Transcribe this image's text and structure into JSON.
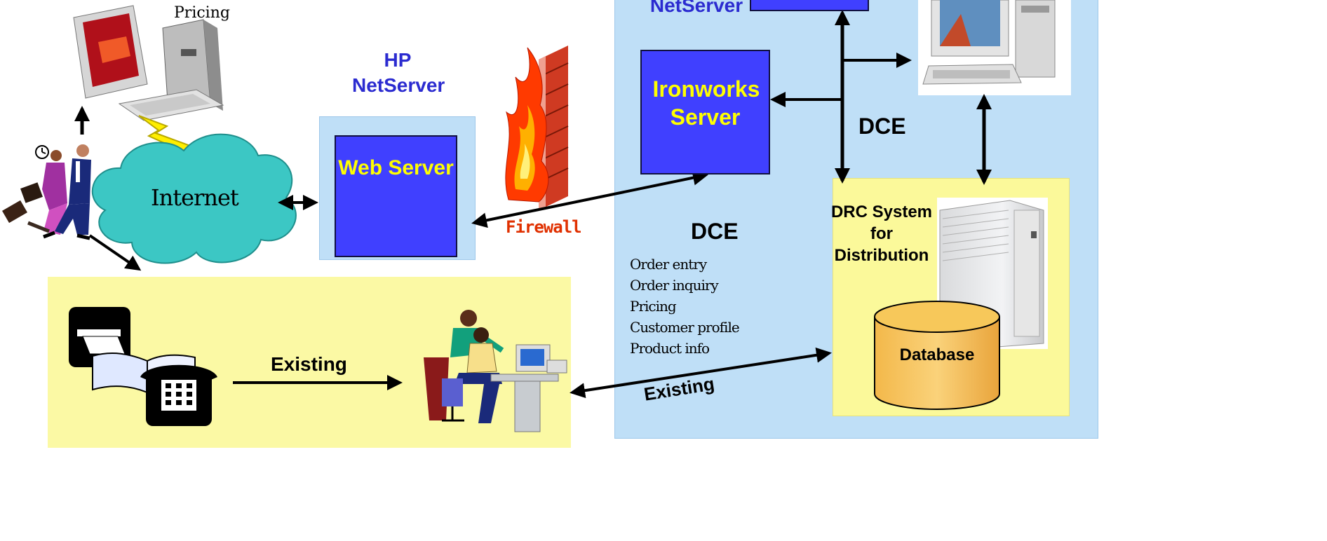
{
  "labels": {
    "pricing_top": "Pricing",
    "internet": "Internet",
    "hp_netserver": "HP NetServer",
    "netserver_top": "NetServer",
    "web_server": "Web Server",
    "firewall": "Firewall",
    "ironworks_server": "Ironworks Server",
    "dce_top": "DCE",
    "dce_mid": "DCE",
    "drc_system": "DRC System for Distribution",
    "database": "Database",
    "existing_left": "Existing",
    "existing_right": "Existing"
  },
  "dce_functions": [
    "Order entry",
    "Order inquiry",
    "Pricing",
    "Customer profile",
    "Product info"
  ],
  "colors": {
    "dce_zone": "#bfdff7",
    "existing_zone": "#fbf9a4",
    "server_fill": "#4040ff",
    "server_text": "#ffff00",
    "firewall_text": "#e03000",
    "heading_blue": "#2b2bd0",
    "database_fill": "#f7c85a",
    "cloud_fill": "#3cc7c4"
  },
  "icons": [
    "desktop-computer-icon",
    "business-people-icon",
    "lightning-icon",
    "firewall-icon",
    "workstation-icon",
    "mainframe-server-icon",
    "fax-phone-icon",
    "office-workers-icon"
  ]
}
